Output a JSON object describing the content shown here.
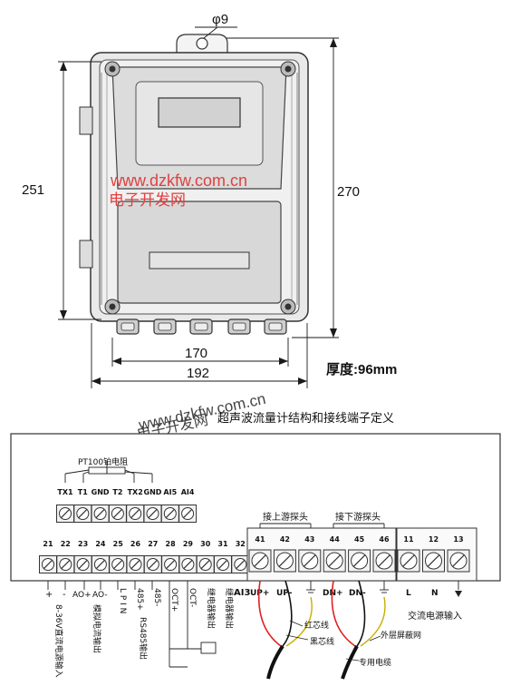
{
  "title": "超声波流量计结构和接线端子定义",
  "dims": {
    "hole": "φ9",
    "h_inner": "251",
    "h_outer": "270",
    "w_inner": "170",
    "w_outer": "192",
    "thickness": "厚度:96mm"
  },
  "watermark": {
    "url": "www.dzkfw.com.cn",
    "name": "电子开发网"
  },
  "pt100": "PT100铂电阻",
  "upper_terms": [
    "TX1",
    "T1",
    "GND",
    "T2",
    "TX2",
    "GND",
    "AI5",
    "AI4"
  ],
  "lower_nums": [
    "21",
    "22",
    "23",
    "24",
    "25",
    "26",
    "27",
    "28",
    "29",
    "30",
    "31",
    "32"
  ],
  "lower_labels": [
    "+",
    "-",
    "AO+",
    "AO-",
    "L P I N",
    "485+",
    "485-",
    "OCT+",
    "OCT-"
  ],
  "func_labels": {
    "dc": "8-36V直流电源输入",
    "ao": "模拟电流输出",
    "rs485": "RS485输出",
    "relay1": "继电器输出",
    "relay2": "继电器输出",
    "ai3": "AI3"
  },
  "probe_groups": {
    "up": "接上游探头",
    "down": "接下游探头"
  },
  "probe_nums": [
    "41",
    "42",
    "43",
    "44",
    "45",
    "46"
  ],
  "probe_labels": [
    "UP+",
    "UP-",
    "DN+",
    "DN-"
  ],
  "ac_nums": [
    "11",
    "12",
    "13"
  ],
  "ac_labels": [
    "L",
    "N"
  ],
  "ac_title": "交流电源输入",
  "cable": {
    "red": "红芯线",
    "black": "黑芯线",
    "shield": "外层屏蔽网",
    "cable": "专用电缆"
  }
}
